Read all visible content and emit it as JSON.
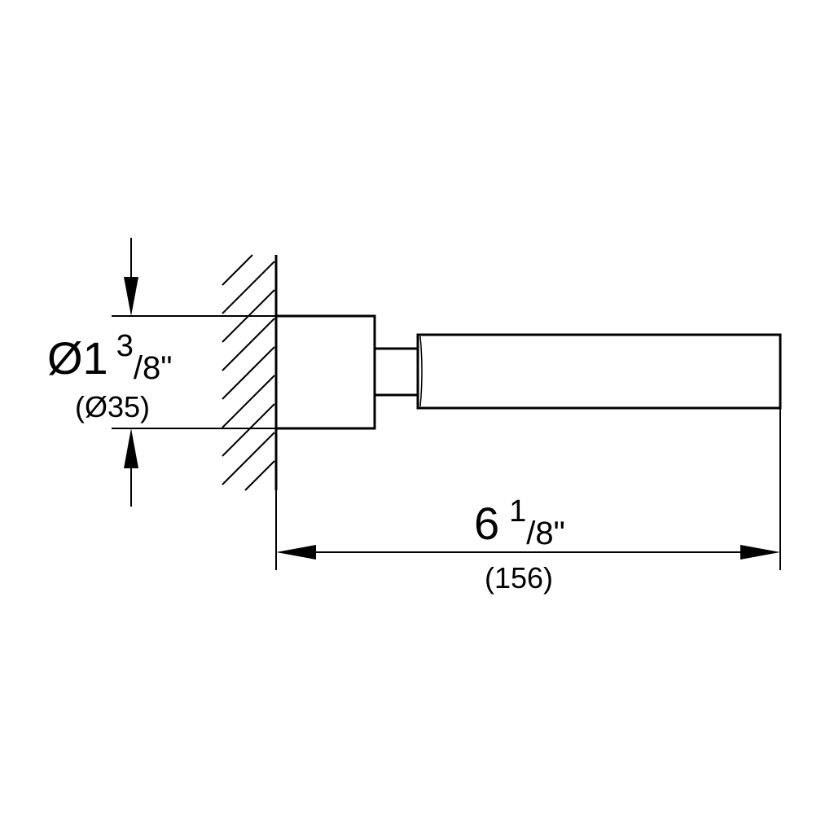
{
  "drawing": {
    "diameter_dimension": {
      "imperial_whole": "Ø1",
      "imperial_numerator": "3",
      "imperial_denominator": "/8\"",
      "metric": "(Ø35)"
    },
    "length_dimension": {
      "imperial_whole": "6",
      "imperial_numerator": "1",
      "imperial_denominator": "/8\"",
      "metric": "(156)"
    },
    "line_color": "#000000"
  }
}
